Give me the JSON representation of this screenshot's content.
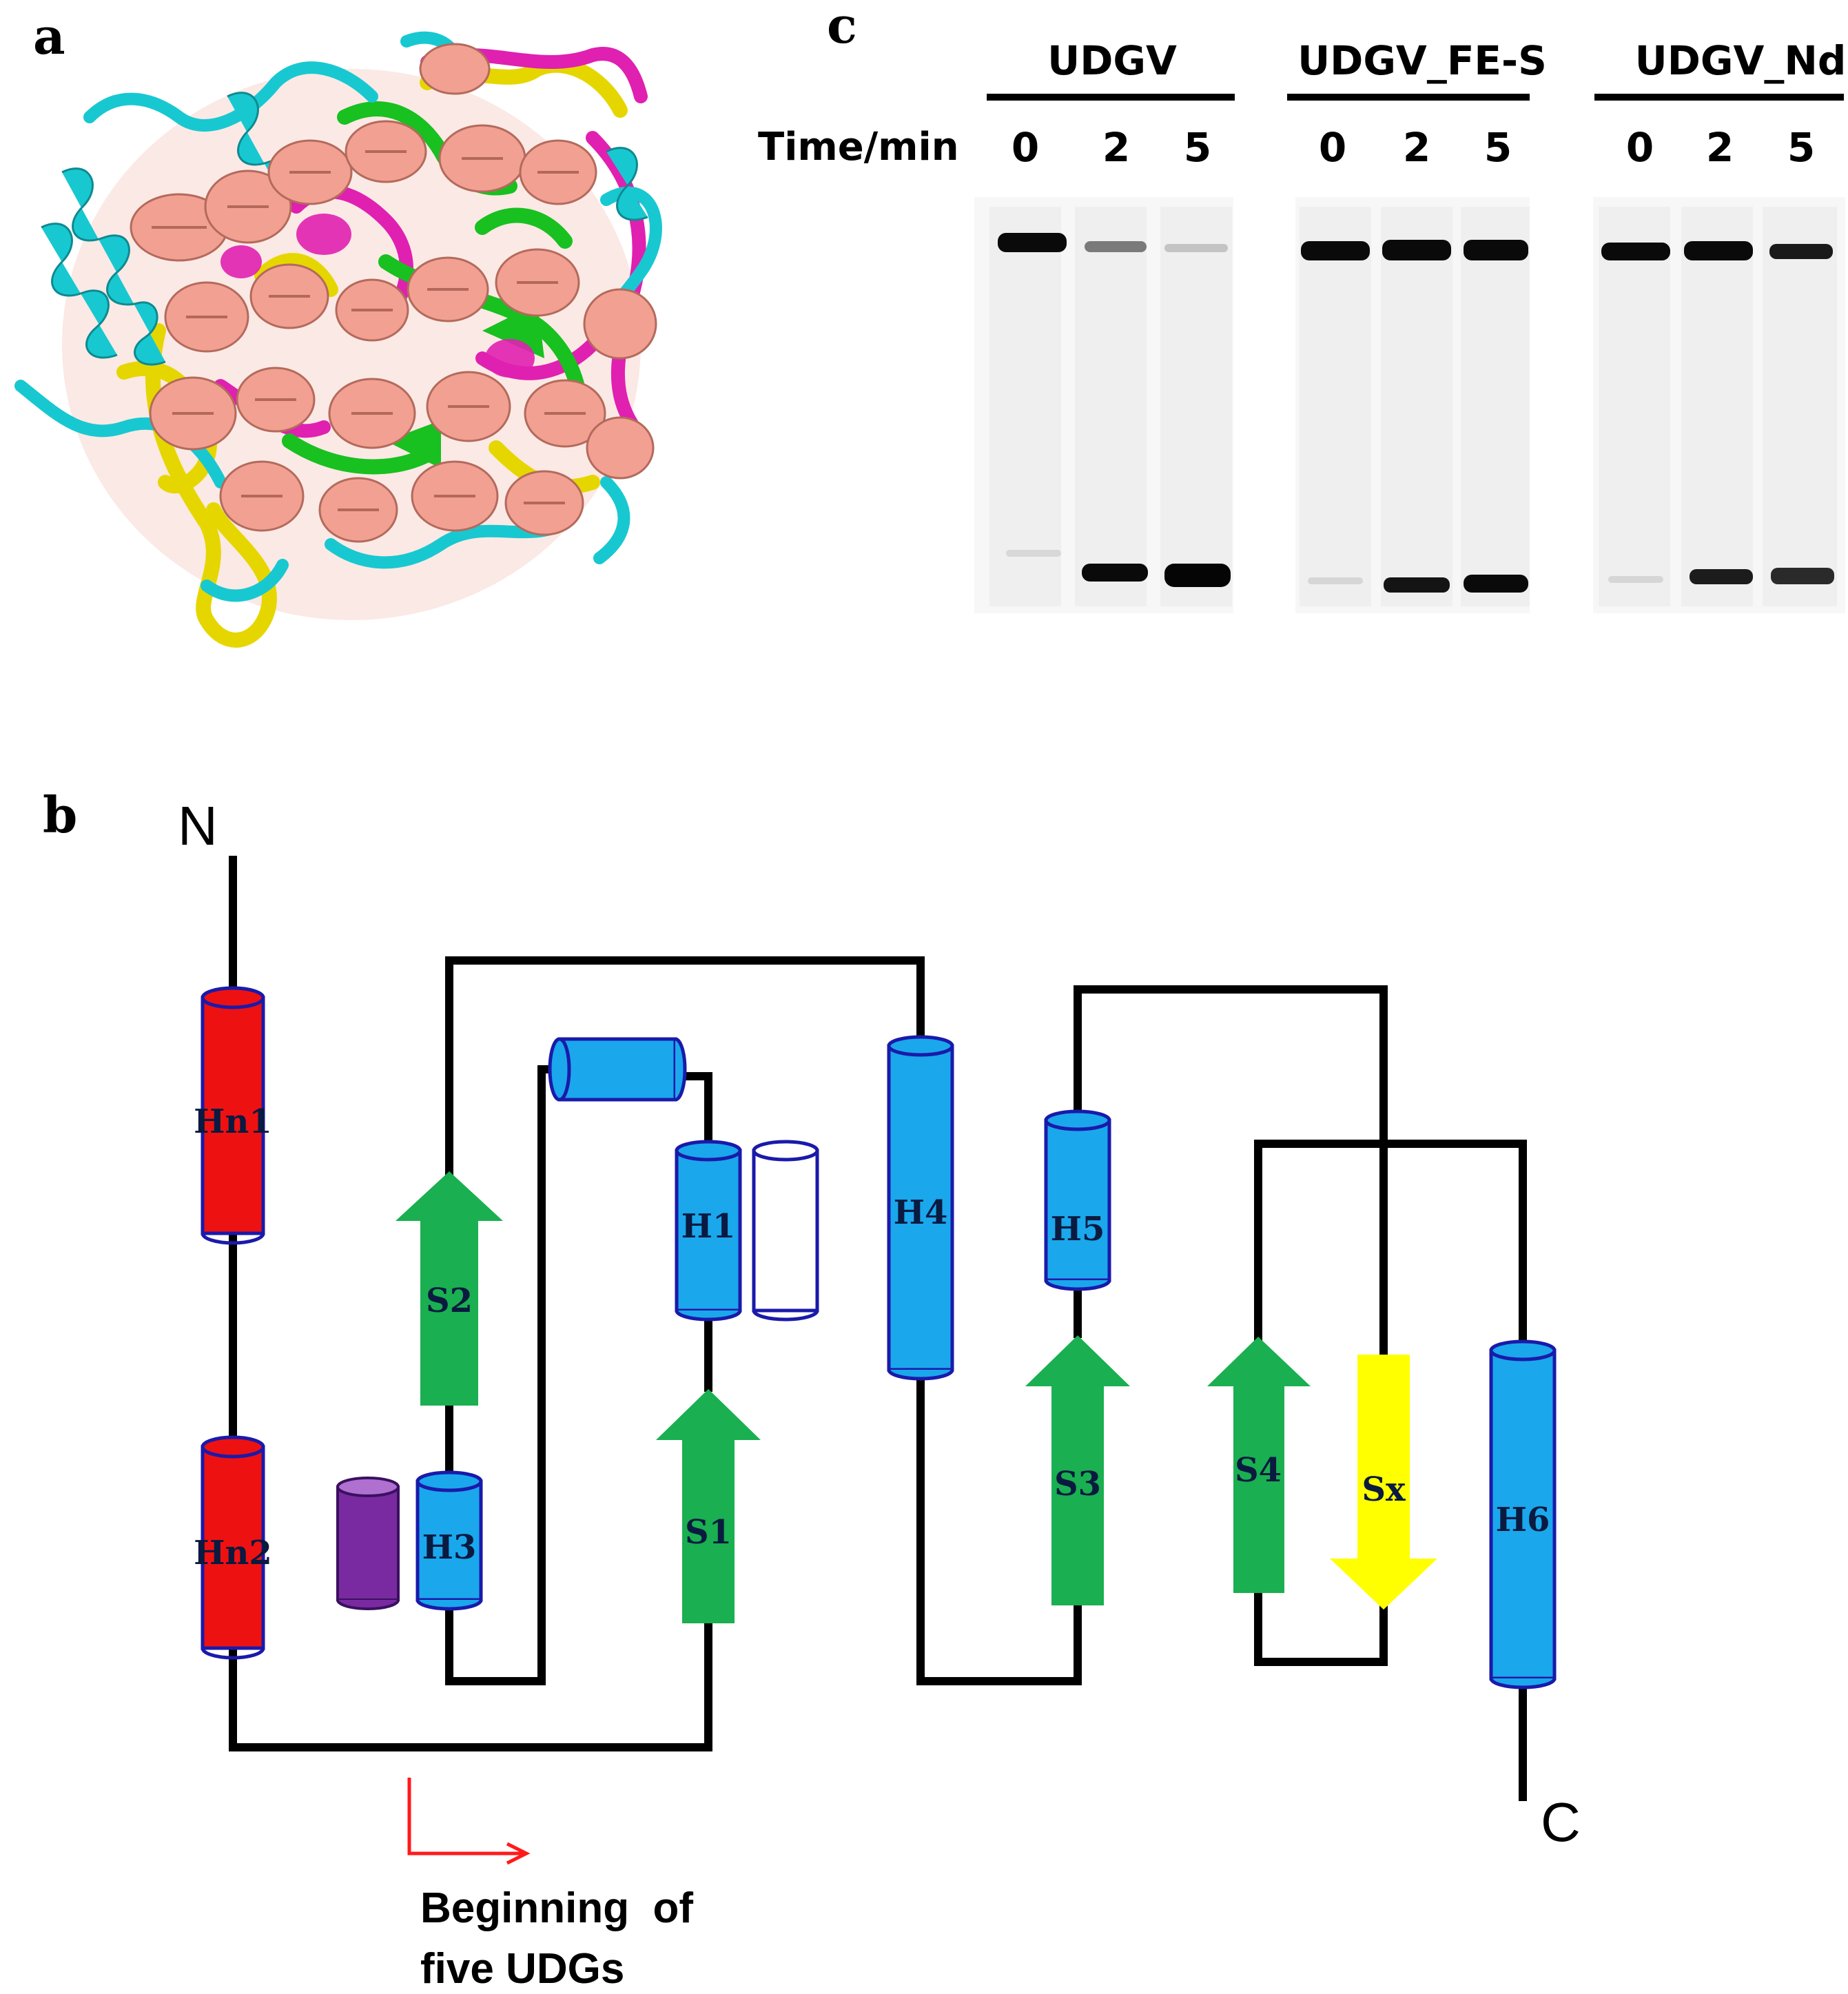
{
  "panels": {
    "a": "a",
    "b": "b",
    "c": "c"
  },
  "gel": {
    "time_label": "Time/min",
    "groups": [
      {
        "name": "UDGV",
        "lanes": [
          "0",
          "2",
          "5"
        ]
      },
      {
        "name": "UDGV_FE-S",
        "lanes": [
          "0",
          "2",
          "5"
        ]
      },
      {
        "name": "UDGV_Nd",
        "lanes": [
          "0",
          "2",
          "5"
        ]
      }
    ]
  },
  "topology": {
    "n_terminus": "N",
    "c_terminus": "C",
    "elements": {
      "hn1": "Hn1",
      "hn2": "Hn2",
      "h1": "H1",
      "h3": "H3",
      "h4": "H4",
      "h5": "H5",
      "h6": "H6",
      "s1": "S1",
      "s2": "S2",
      "s3": "S3",
      "s4": "S4",
      "sx": "Sx"
    },
    "annotation_line1": "Beginning  of",
    "annotation_line2": "five UDGs"
  },
  "colors": {
    "helix_nterm": "#ee1111",
    "helix": "#1aa7ec",
    "strand": "#1aaf50",
    "strand_special": "#ffff00",
    "purple_helix": "#7a2aa0",
    "annotation_arrow": "#ff1a1a"
  }
}
